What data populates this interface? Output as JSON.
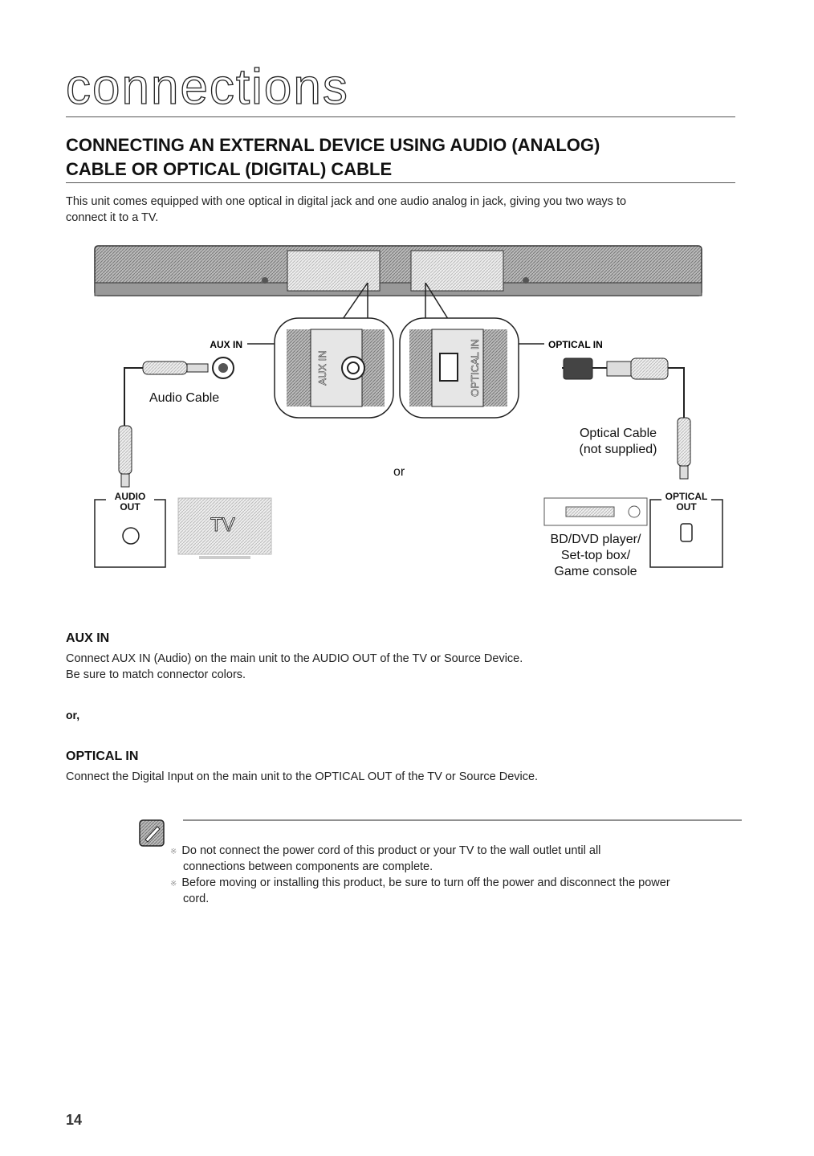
{
  "header": {
    "section_title": "connections",
    "heading_line1": "CONNECTING AN EXTERNAL DEVICE USING AUDIO (ANALOG)",
    "heading_line2": "CABLE OR OPTICAL (DIGITAL) CABLE",
    "intro_line1": "This unit comes equipped with one optical in digital jack and one audio analog in jack, giving you two ways to",
    "intro_line2": "connect it to a TV."
  },
  "diagram": {
    "aux_in_label": "AUX IN",
    "optical_in_label": "OPTICAL IN",
    "aux_port_text": "AUX IN",
    "optical_port_text": "OPTICAL IN",
    "audio_cable_caption": "Audio Cable",
    "optical_cable_caption_1": "Optical Cable",
    "optical_cable_caption_2": "(not supplied)",
    "or_text": "or",
    "audio_out_label_1": "AUDIO",
    "audio_out_label_2": "OUT",
    "tv_label": "TV",
    "optical_out_label_1": "OPTICAL",
    "optical_out_label_2": "OUT",
    "player_caption_1": "BD/DVD player/",
    "player_caption_2": "Set-top box/",
    "player_caption_3": "Game console"
  },
  "sections": {
    "aux_heading": "AUX IN",
    "aux_line1": "Connect AUX IN (Audio) on the main unit to the AUDIO OUT of the TV or Source Device.",
    "aux_line2": "Be sure to match connector colors.",
    "or_heading": "or,",
    "optical_heading": "OPTICAL IN",
    "optical_line1": "Connect the Digital Input on the main unit to the OPTICAL OUT of the TV or Source Device."
  },
  "notes": {
    "bullet": "※",
    "note1_line1": "Do not connect the power cord of this product or your TV to the wall outlet until all",
    "note1_line2": "connections between components are complete.",
    "note2_line1": "Before moving or installing this product, be sure to turn off the power and disconnect the power",
    "note2_line2": "cord."
  },
  "page_number": "14"
}
